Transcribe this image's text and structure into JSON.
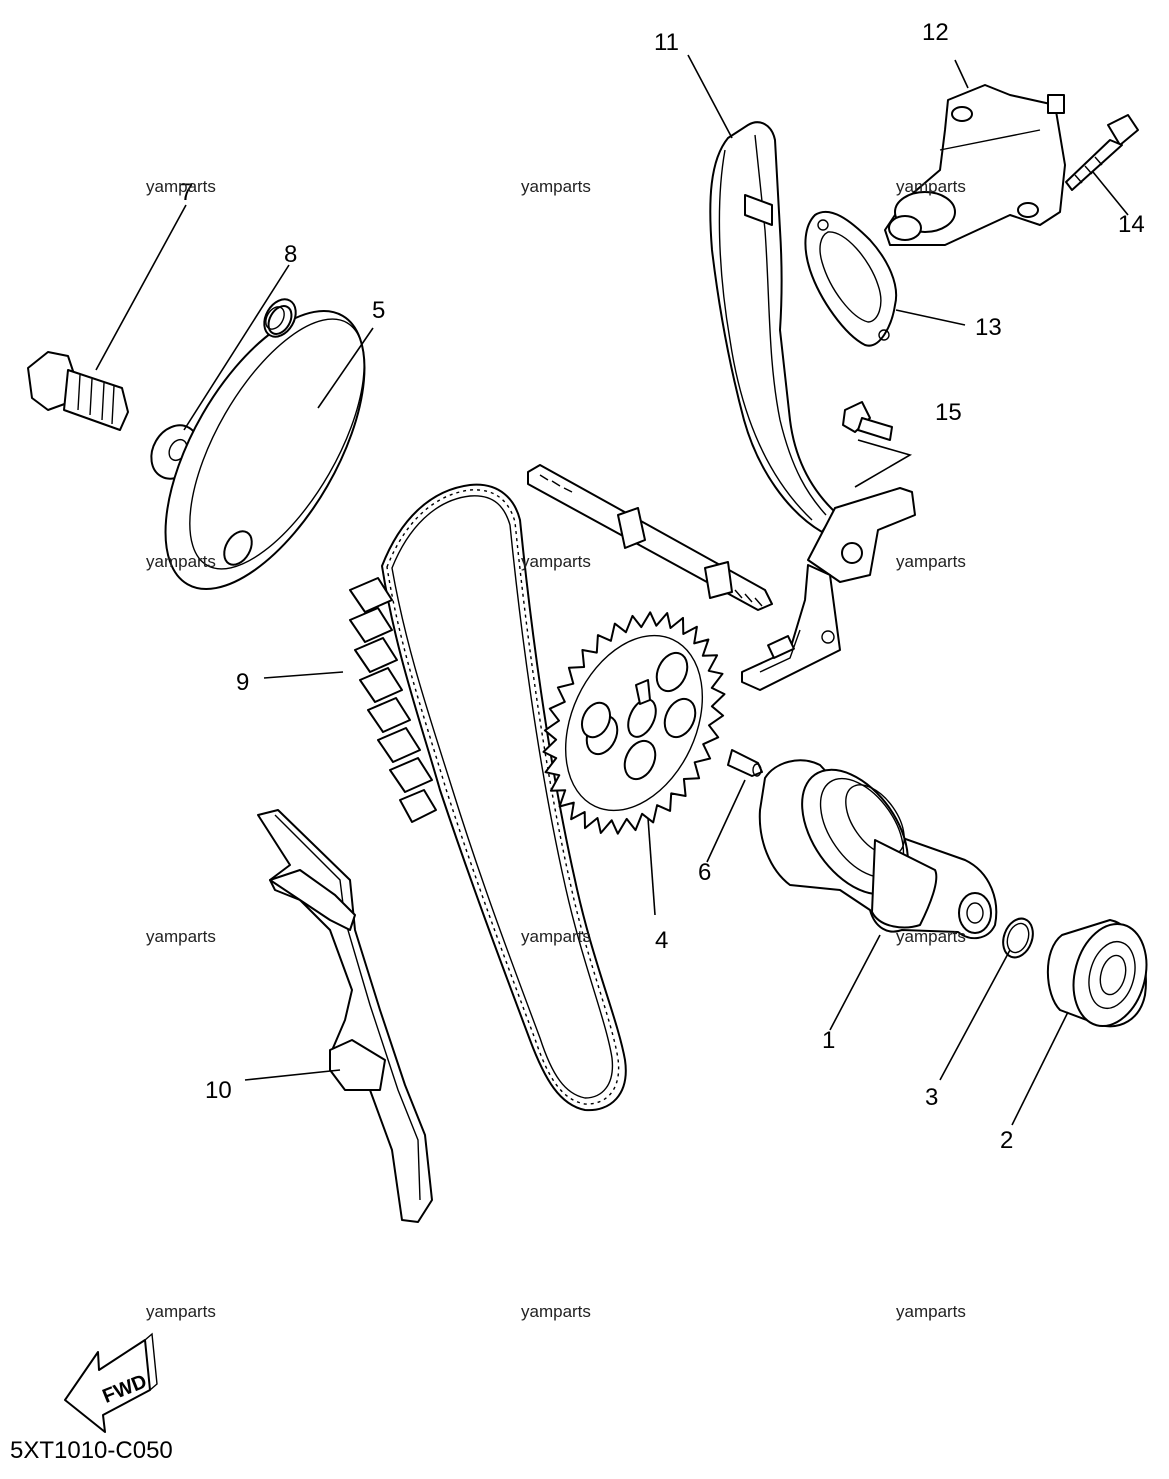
{
  "callouts": {
    "c1": "1",
    "c2": "2",
    "c3": "3",
    "c4": "4",
    "c5": "5",
    "c6": "6",
    "c7": "7",
    "c8": "8",
    "c9": "9",
    "c10": "10",
    "c11": "11",
    "c12": "12",
    "c13": "13",
    "c14": "14",
    "c15": "15"
  },
  "watermarks": [
    "yamparts",
    "yamparts",
    "yamparts",
    "yamparts",
    "yamparts",
    "yamparts",
    "yamparts",
    "yamparts",
    "yamparts",
    "yamparts",
    "yamparts",
    "yamparts"
  ],
  "fwd_label": "FWD",
  "diagram_code": "5XT1010-C050"
}
